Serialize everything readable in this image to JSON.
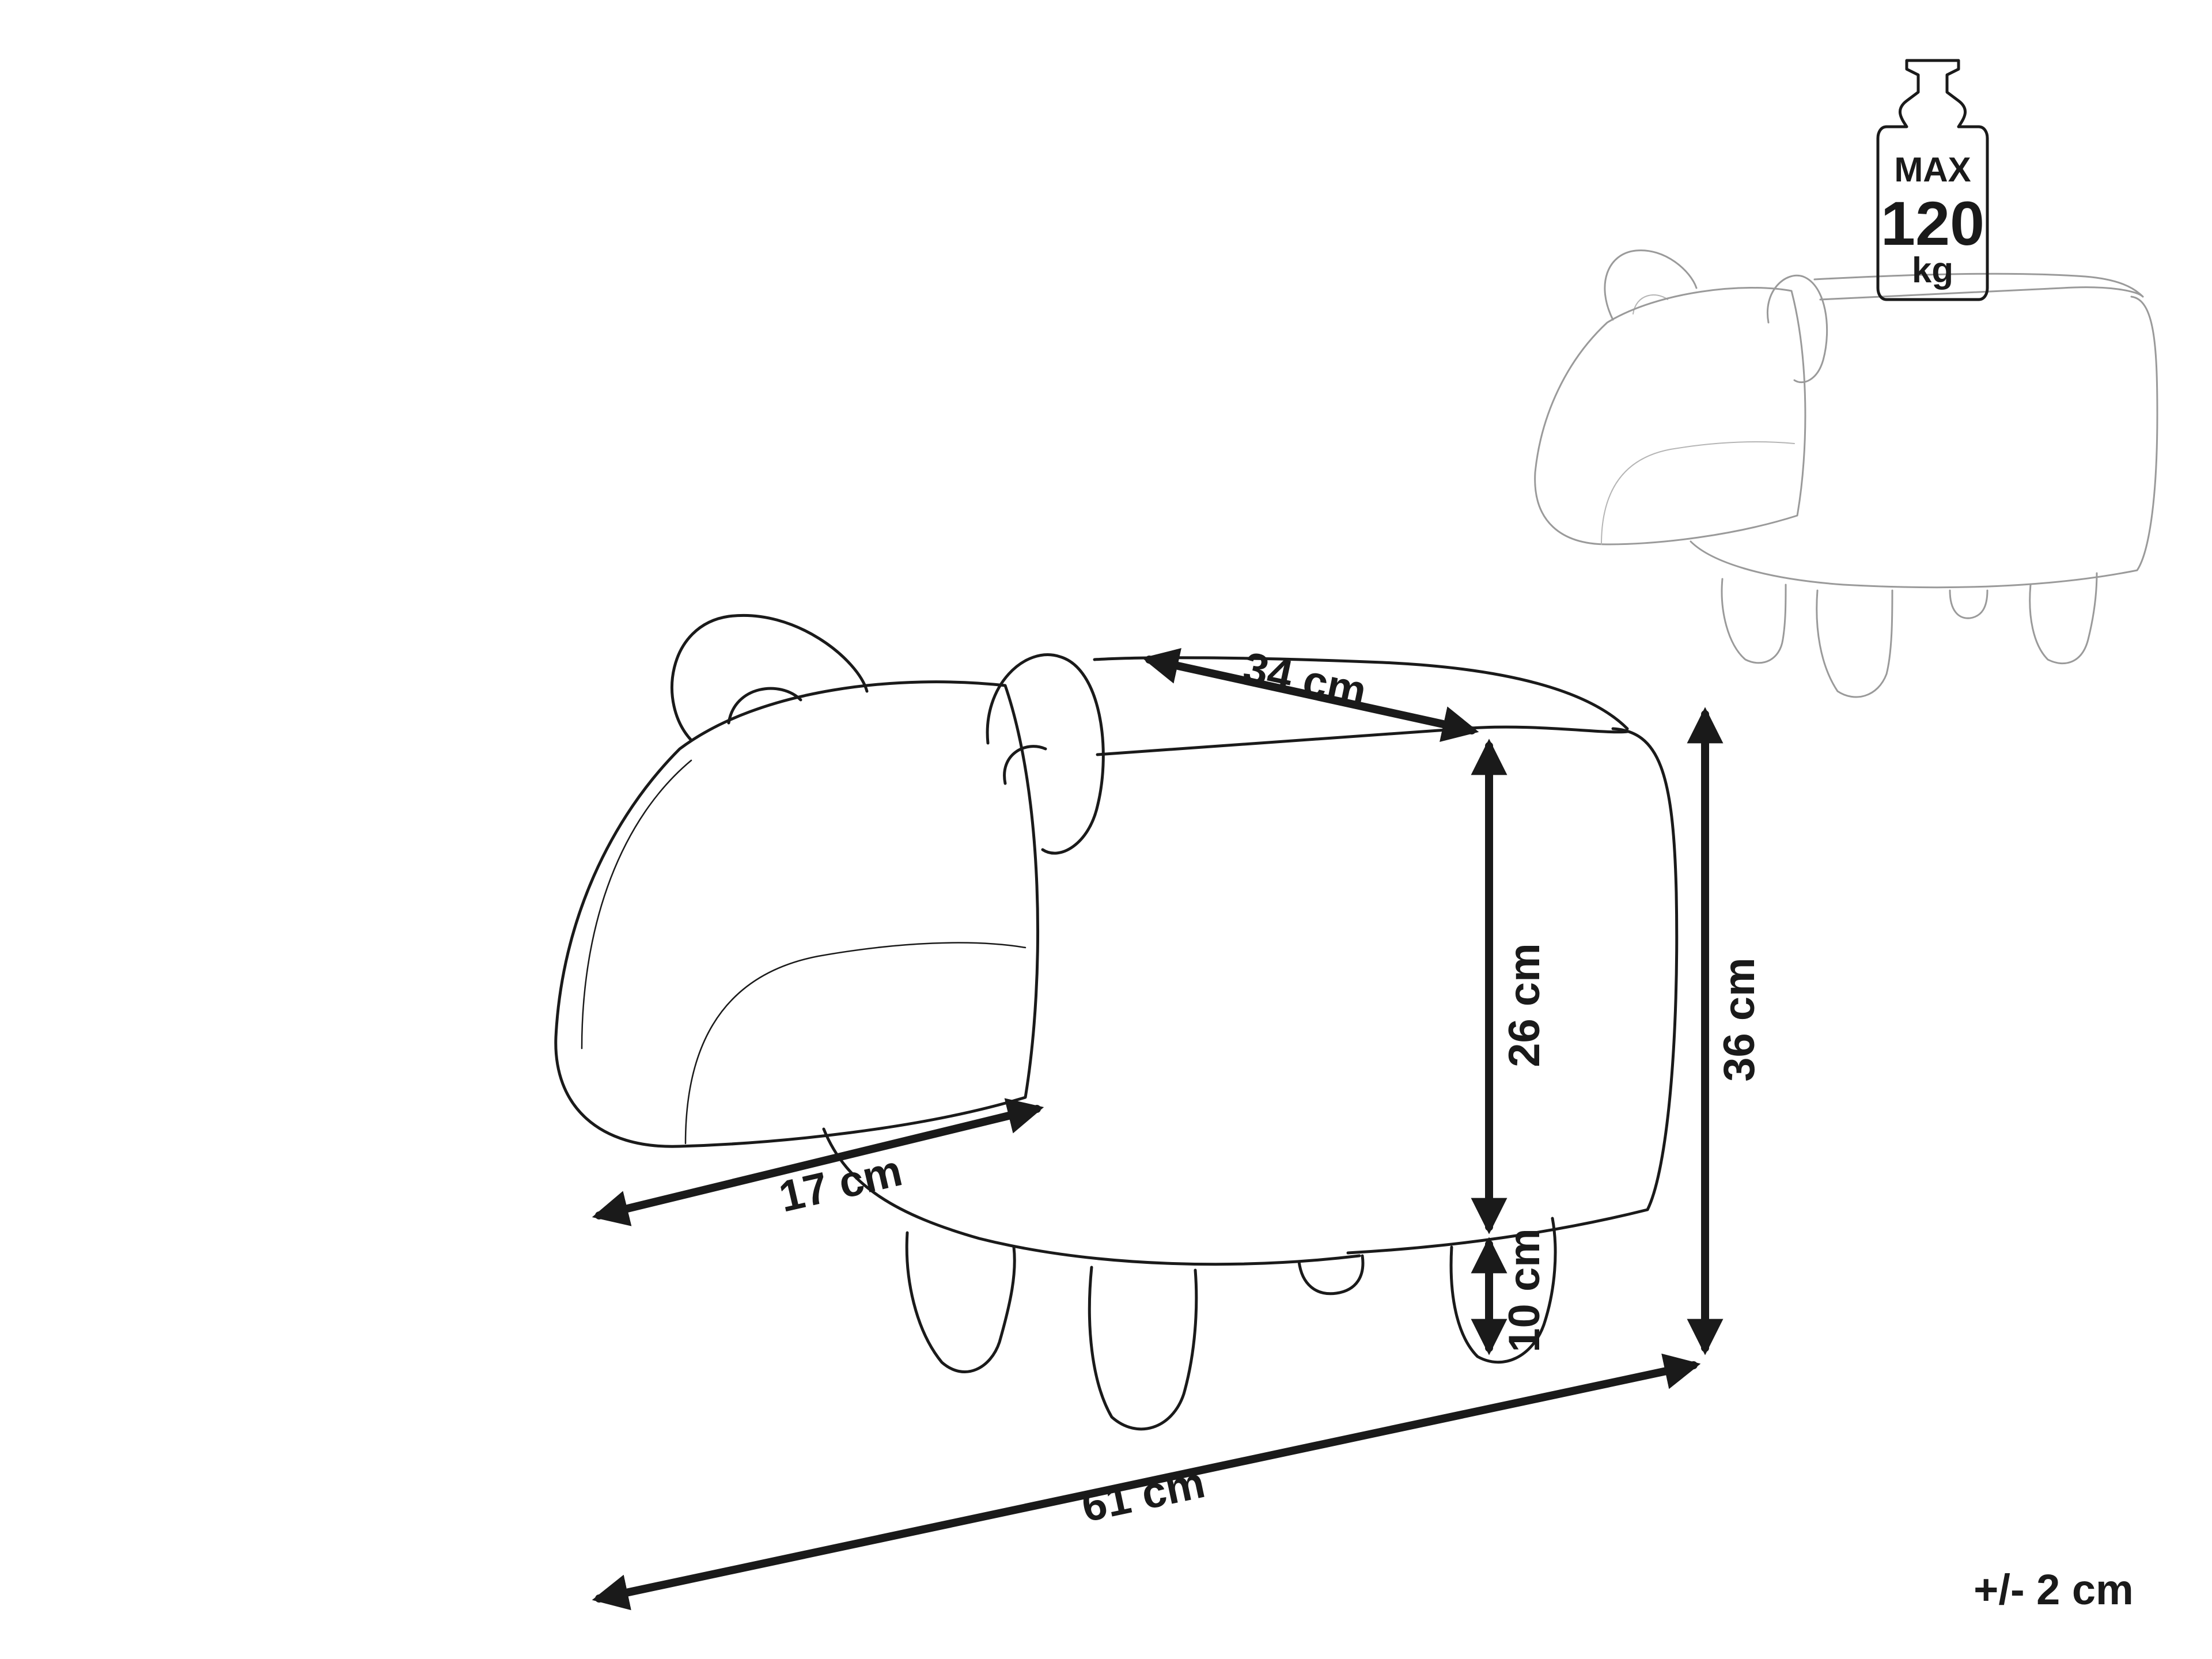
{
  "dimensions": {
    "seat_depth": "34 cm",
    "seat_height": "26 cm",
    "total_height": "36 cm",
    "leg_height": "10 cm",
    "head_length": "17 cm",
    "total_length": "61 cm"
  },
  "weight_badge": {
    "line1": "MAX",
    "line2": "120",
    "line3": "kg"
  },
  "tolerance": "+/- 2 cm"
}
